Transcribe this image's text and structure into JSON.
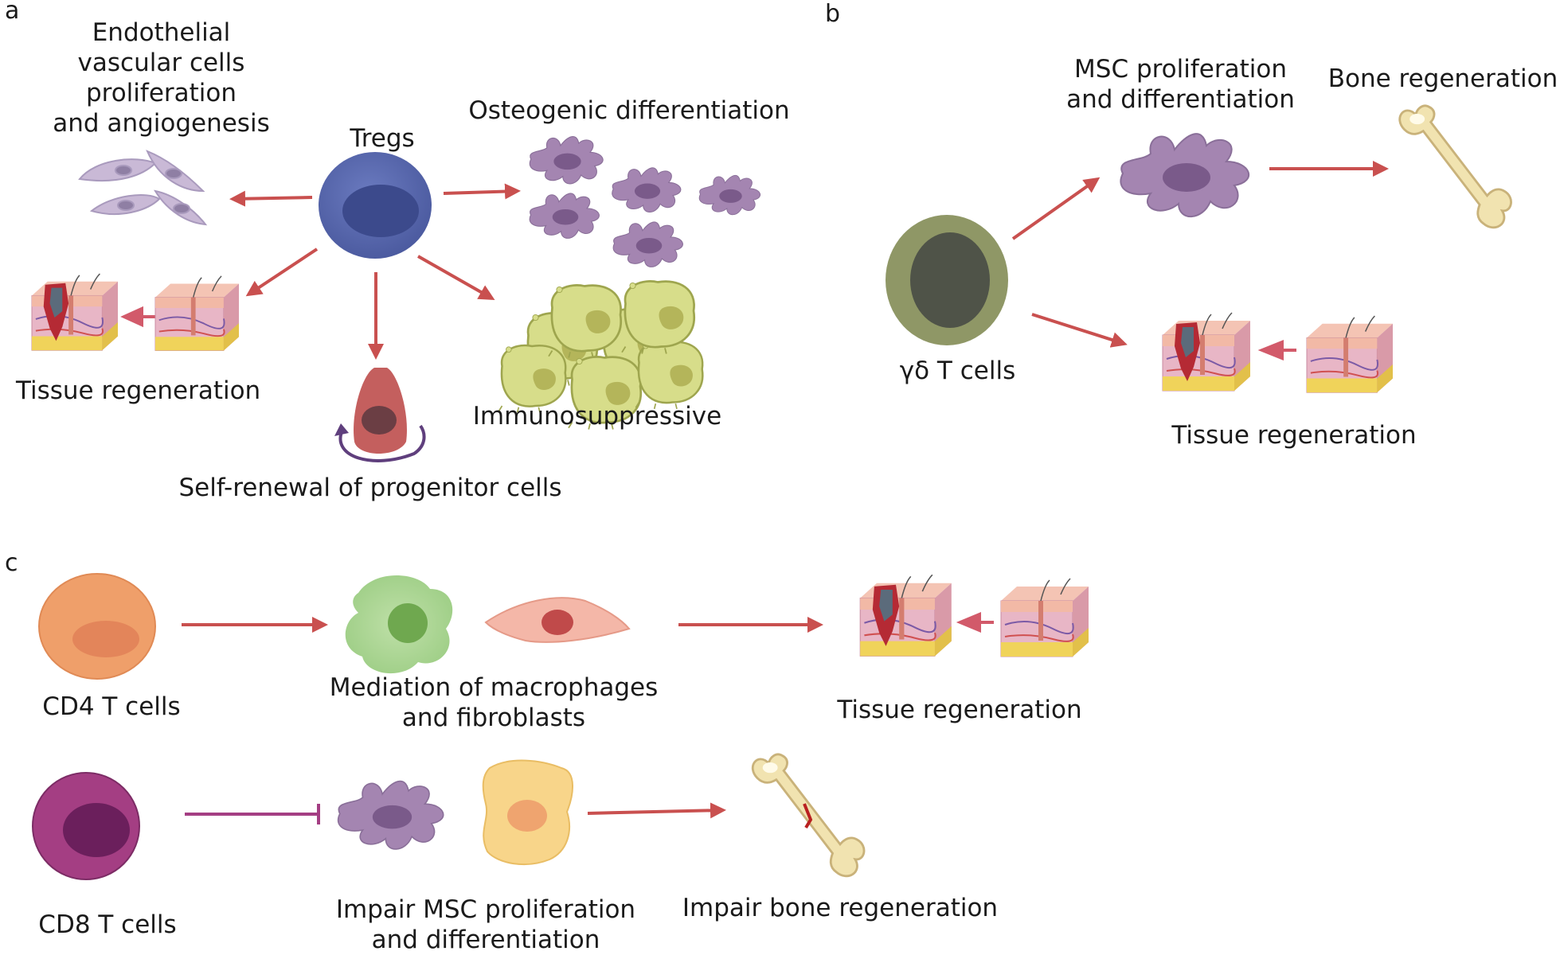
{
  "panels": {
    "a": "a",
    "b": "b",
    "c": "c"
  },
  "panel_a": {
    "center_label": "Tregs",
    "endothelial_label": "Endothelial\nvascular cells\nproliferation\nand angiogenesis",
    "osteogenic_label": "Osteogenic differentiation",
    "tissue_label": "Tissue regeneration",
    "immuno_label": "Immunosuppressive",
    "progenitor_label": "Self-renewal of progenitor cells"
  },
  "panel_b": {
    "center_label": "γδ T cells",
    "msc_label": "MSC proliferation\nand differentiation",
    "bone_label": "Bone regeneration",
    "tissue_label": "Tissue regeneration"
  },
  "panel_c": {
    "cd4_label": "CD4 T cells",
    "macro_label": "Mediation of macrophages\nand fibroblasts",
    "tissue_label": "Tissue regeneration",
    "cd8_label": "CD8 T cells",
    "impair_msc_label": "Impair MSC proliferation\nand differentiation",
    "impair_bone_label": "Impair bone regeneration"
  },
  "colors": {
    "arrow": "#c9504f",
    "treg": "#5a6aae",
    "gd_t": "#8f9766",
    "cd4": "#ef9f6a",
    "cd8": "#a43e83",
    "msc": "#a485b1",
    "adipocyte": "#d7dd8a",
    "bone": "#f1e3b0"
  }
}
